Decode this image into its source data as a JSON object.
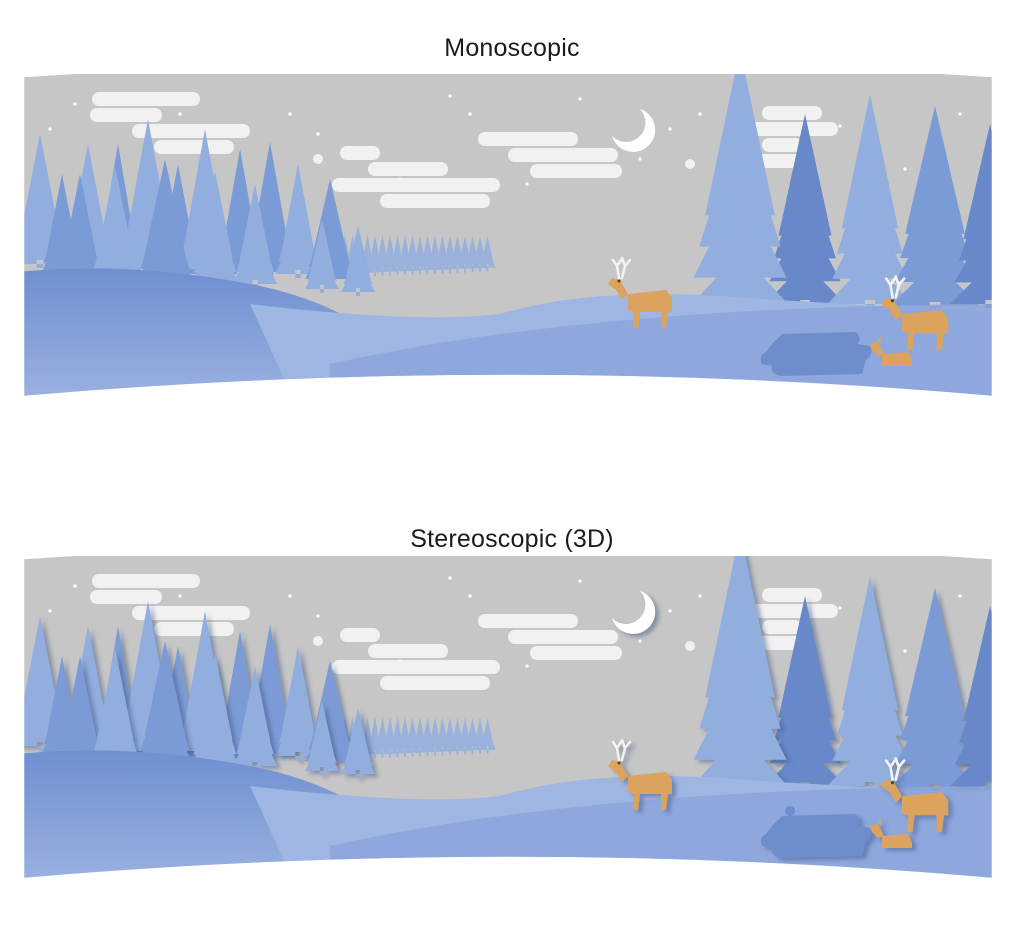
{
  "panels": [
    {
      "id": "mono",
      "title": "Monoscopic",
      "stereo": false
    },
    {
      "id": "stereo",
      "title": "Stereoscopic (3D)",
      "stereo": true
    }
  ],
  "colors": {
    "sky": "#c6c6c6",
    "cloud": "#f1f1f1",
    "moon": "#ffffff",
    "tree_light": "#92aedf",
    "tree_mid": "#7b9bd6",
    "tree_dark": "#6888c9",
    "snow_light": "#9fb5e2",
    "snow_mid": "#8ba6dc",
    "snow_dark": "#6f8fd0",
    "pond": "#6e8dcc",
    "deer": "#dca35e",
    "antler": "#f3f3f3"
  },
  "icons": {
    "moon": "crescent-moon-icon",
    "deer": "deer-icon",
    "fawn": "fawn-icon"
  }
}
